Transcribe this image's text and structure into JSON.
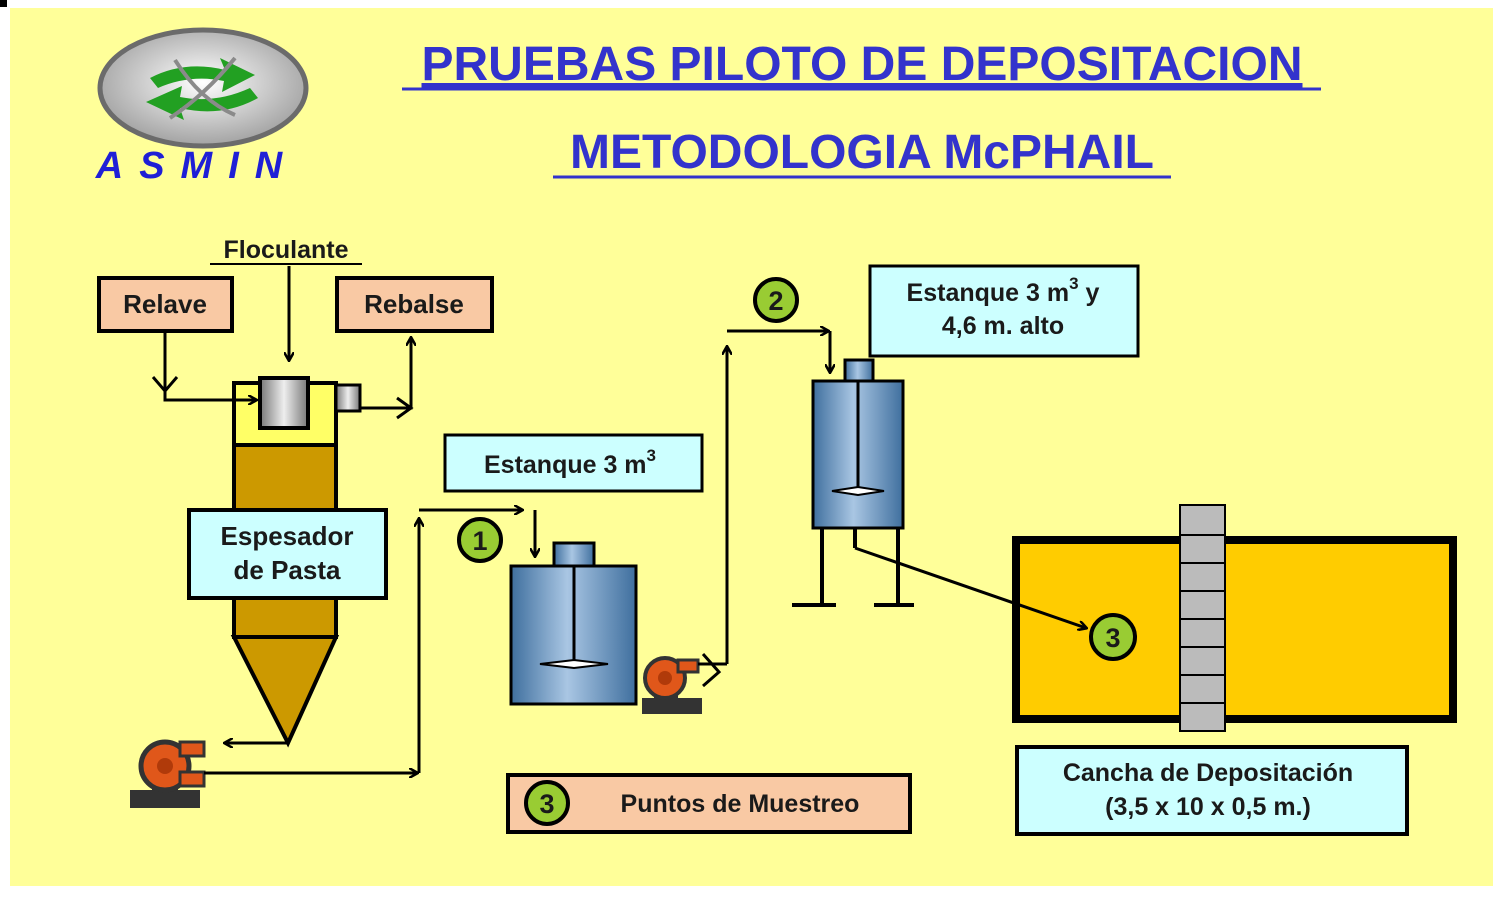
{
  "colors": {
    "background": "#ffff99",
    "title": "#3333cc",
    "logo_text": "#1f1fd6",
    "box_salmon": "#f9c9a4",
    "box_cyan": "#ccffff",
    "thickener_body": "#cc9900",
    "thickener_top": "#ffff66",
    "tank_blue": "#5b8ab8",
    "deposit_field": "#ffcc00",
    "marker_green": "#99cc33",
    "pump_orange": "#e0571a"
  },
  "header": {
    "logo_text": "ASMIN",
    "title_line1": "PRUEBAS PILOTO DE DEPOSITACION",
    "title_line2": "METODOLOGIA McPHAIL"
  },
  "labels": {
    "floculante": "Floculante",
    "relave": "Relave",
    "rebalse": "Rebalse",
    "espesador_line1": "Espesador",
    "espesador_line2": "de Pasta",
    "estanque1_text": "Estanque 3 m",
    "estanque1_sup": "3",
    "estanque2_line1_text": "Estanque 3 m",
    "estanque2_line1_sup": "3",
    "estanque2_line1_tail": " y",
    "estanque2_line2": "4,6 m. alto",
    "cancha_line1": "Cancha de Depositación",
    "cancha_line2": "(3,5 x 10 x 0,5 m.)",
    "legend_text": "Puntos de Muestreo"
  },
  "markers": {
    "m1": "1",
    "m2": "2",
    "m3": "3",
    "legend": "3"
  },
  "icons": {
    "pump": "pump-icon",
    "logo": "recycle-arrows-logo"
  }
}
